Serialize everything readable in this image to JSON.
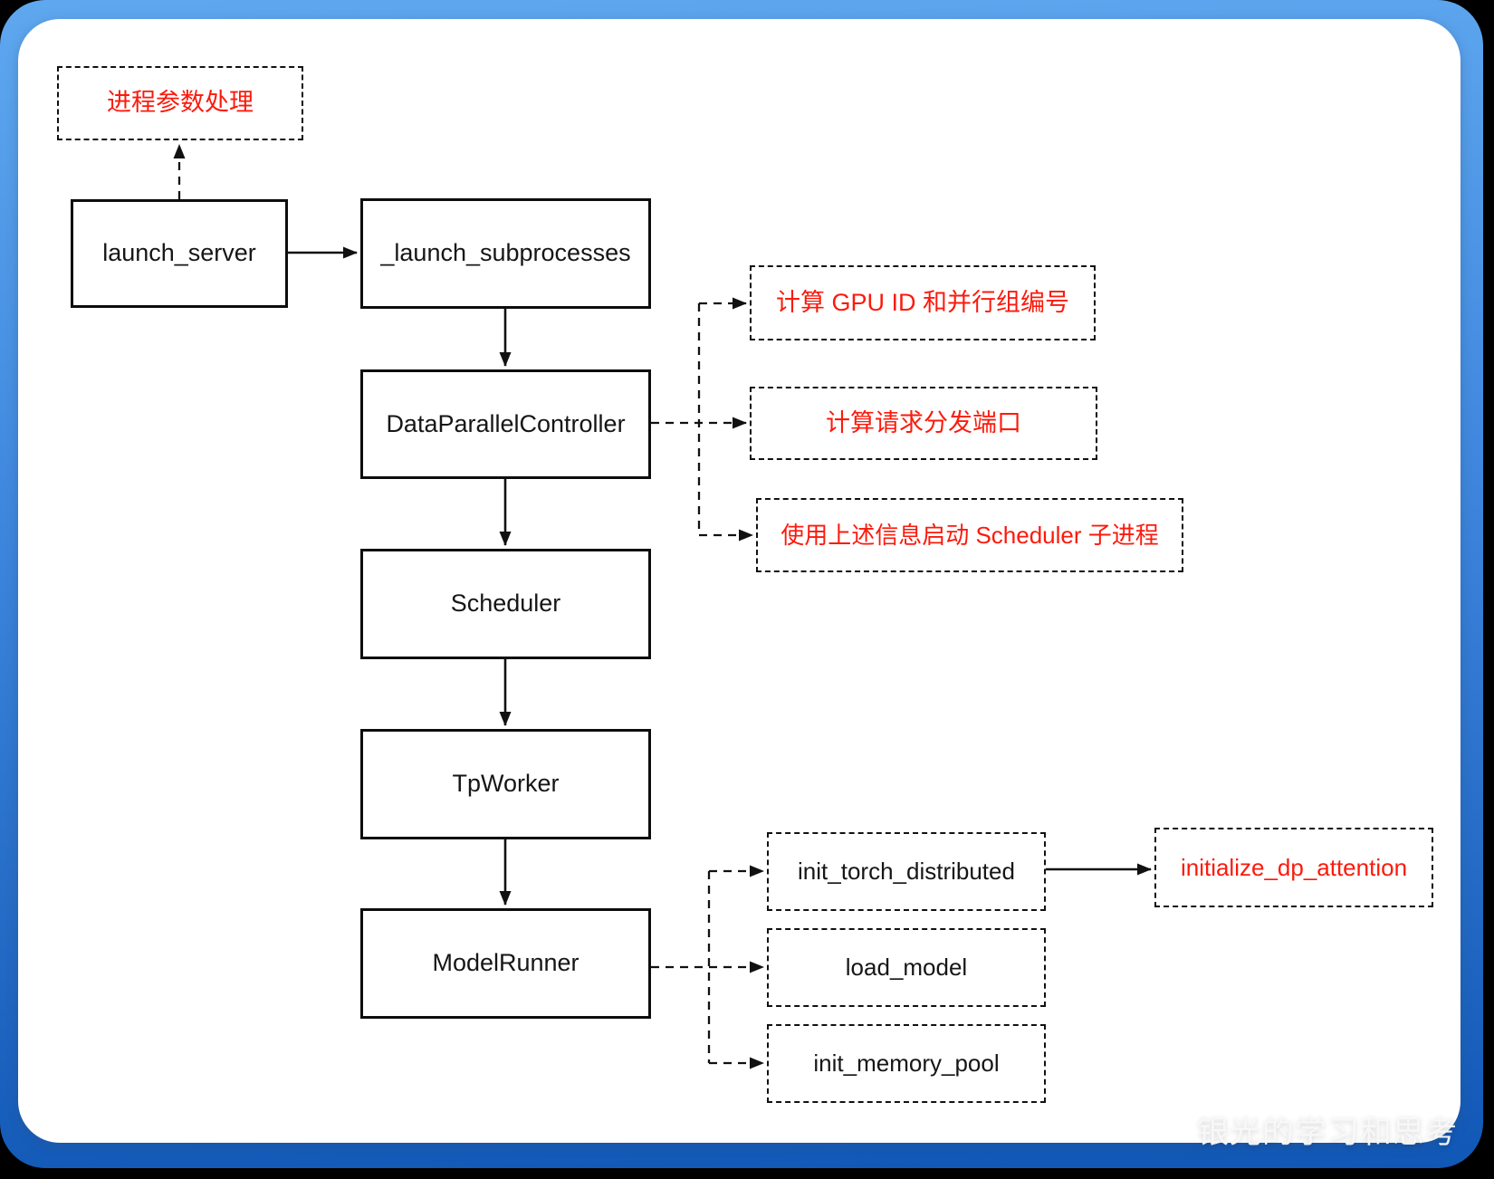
{
  "diagram": {
    "nodes": {
      "proc_args_note": "进程参数处理",
      "launch_server": "launch_server",
      "launch_subprocesses": "_launch_subprocesses",
      "data_parallel_controller": "DataParallelController",
      "scheduler": "Scheduler",
      "tp_worker": "TpWorker",
      "model_runner": "ModelRunner",
      "gpu_id_note": "计算 GPU ID 和并行组编号",
      "dispatch_port_note": "计算请求分发端口",
      "scheduler_subprocess_note": "使用上述信息启动 Scheduler 子进程",
      "init_torch_distributed": "init_torch_distributed",
      "load_model": "load_model",
      "init_memory_pool": "init_memory_pool",
      "initialize_dp_attention": "initialize_dp_attention"
    },
    "colors": {
      "note_red": "#fb1a0c",
      "line_black": "#111111",
      "node_text": "#161616",
      "card_background": "#ffffff",
      "frame_gradient_top": "#5fa8ef",
      "frame_gradient_bottom": "#1157b5",
      "page_background": "#000000"
    }
  },
  "watermark": "银光的学习和思考"
}
